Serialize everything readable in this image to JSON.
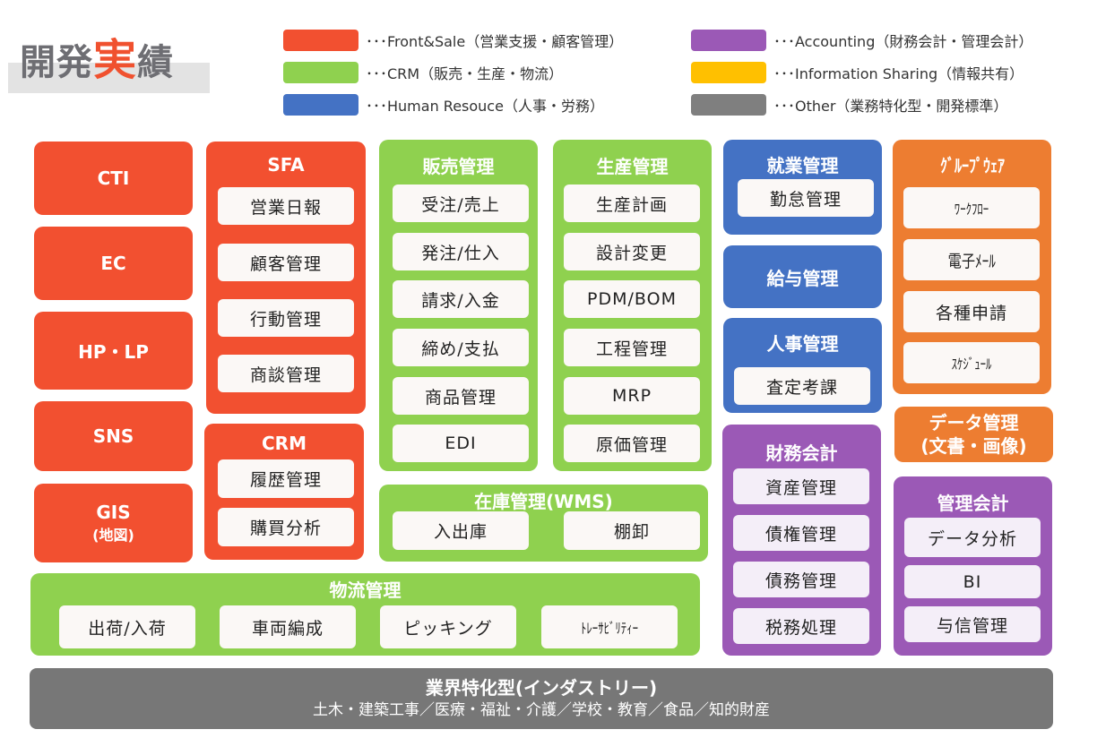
{
  "header": {
    "title_part1": "開発",
    "title_accent": "実",
    "title_part2": "績"
  },
  "legend": [
    {
      "color": "#f25030",
      "label": "･･･Front&Sale（営業支援・顧客管理）"
    },
    {
      "color": "#8fd14f",
      "label": "･･･CRM（販売・生産・物流）"
    },
    {
      "color": "#4472c4",
      "label": "･･･Human Resouce（人事・労務）"
    },
    {
      "color": "#9b59b6",
      "label": "･･･Accounting（財務会計・管理会計）"
    },
    {
      "color": "#ffc000",
      "label": "･･･Information Sharing（情報共有）"
    },
    {
      "color": "#7f7f7f",
      "label": "･･･Other（業務特化型・開発標準）"
    }
  ],
  "front_sale": {
    "singles": [
      "CTI",
      "EC",
      "HP・LP",
      "SNS",
      "GIS"
    ],
    "gis_sub": "(地図)",
    "sfa": {
      "title": "SFA",
      "items": [
        "営業日報",
        "顧客管理",
        "行動管理",
        "商談管理"
      ]
    },
    "crm": {
      "title": "CRM",
      "items": [
        "履歴管理",
        "購買分析"
      ]
    }
  },
  "crm_group": {
    "sales": {
      "title": "販売管理",
      "items": [
        "受注/売上",
        "発注/仕入",
        "請求/入金",
        "締め/支払",
        "商品管理",
        "EDI"
      ]
    },
    "production": {
      "title": "生産管理",
      "items": [
        "生産計画",
        "設計変更",
        "PDM/BOM",
        "工程管理",
        "MRP",
        "原価管理"
      ]
    },
    "wms": {
      "title": "在庫管理(WMS)",
      "items": [
        "入出庫",
        "棚卸"
      ]
    },
    "logistics": {
      "title": "物流管理",
      "items": [
        "出荷/入荷",
        "車両編成",
        "ピッキング",
        "ﾄﾚｰｻﾋﾞﾘﾃｨｰ"
      ]
    }
  },
  "hr": {
    "work": {
      "title": "就業管理",
      "items": [
        "勤怠管理"
      ]
    },
    "payroll": {
      "title": "給与管理"
    },
    "personnel": {
      "title": "人事管理",
      "items": [
        "査定考課"
      ]
    }
  },
  "info_sharing": {
    "groupware": {
      "title": "ｸﾞﾙｰﾌﾟｳｪｱ",
      "items": [
        "ﾜｰｸﾌﾛｰ",
        "電子ﾒｰﾙ",
        "各種申請",
        "ｽｹｼﾞｭｰﾙ"
      ]
    },
    "data_mgmt": {
      "title_line1": "データ管理",
      "title_line2": "(文書・画像)"
    }
  },
  "accounting": {
    "financial": {
      "title": "財務会計",
      "items": [
        "資産管理",
        "債権管理",
        "債務管理",
        "税務処理"
      ]
    },
    "management": {
      "title": "管理会計",
      "items": [
        "データ分析",
        "BI",
        "与信管理"
      ]
    }
  },
  "industry": {
    "title": "業界特化型(インダストリー)",
    "subtitle": "土木・建築工事／医療・福祉・介護／学校・教育／食品／知的財産"
  }
}
